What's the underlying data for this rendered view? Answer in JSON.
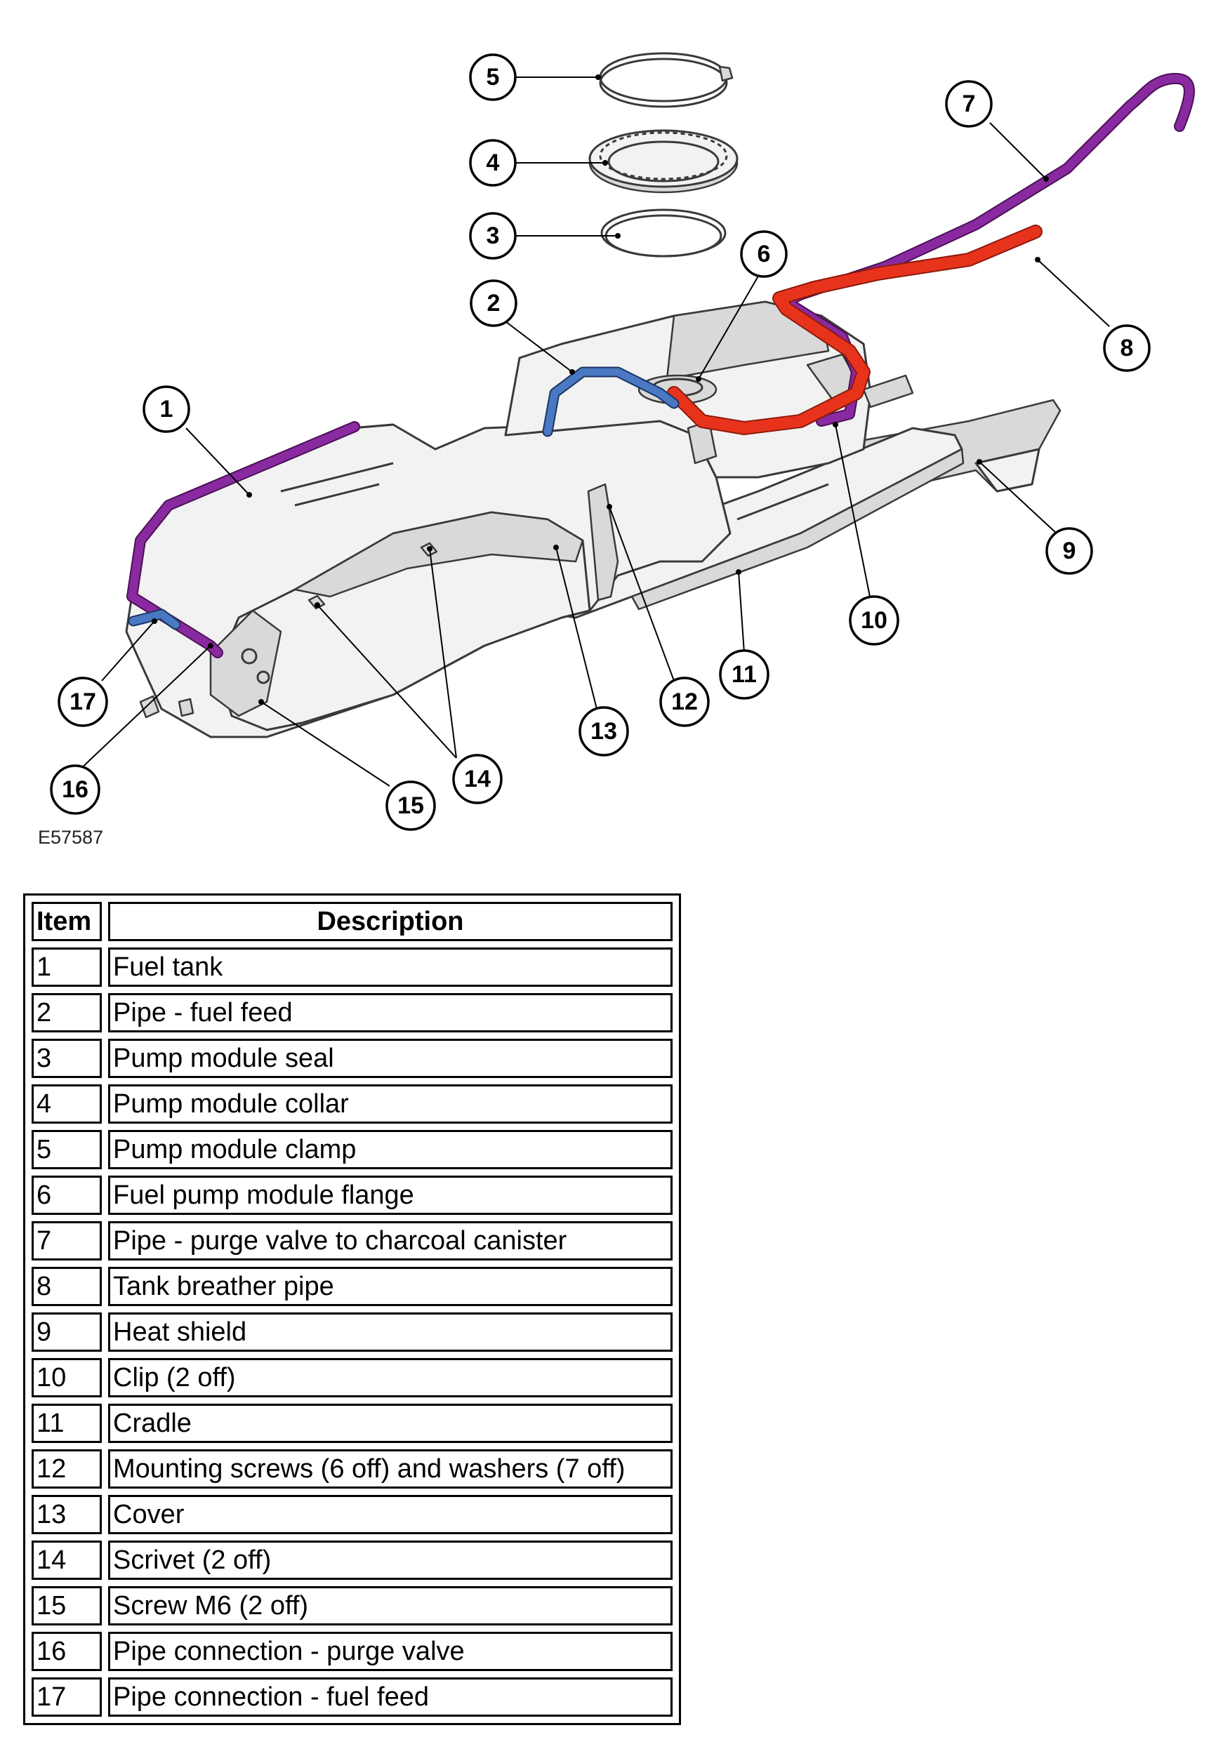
{
  "figure_code": "E57587",
  "callouts": [
    "1",
    "2",
    "3",
    "4",
    "5",
    "6",
    "7",
    "8",
    "9",
    "10",
    "11",
    "12",
    "13",
    "14",
    "15",
    "16",
    "17"
  ],
  "table": {
    "headers": {
      "item": "Item",
      "description": "Description"
    },
    "rows": [
      {
        "item": "1",
        "description": "Fuel tank"
      },
      {
        "item": "2",
        "description": "Pipe - fuel feed"
      },
      {
        "item": "3",
        "description": "Pump module seal"
      },
      {
        "item": "4",
        "description": "Pump module collar"
      },
      {
        "item": "5",
        "description": "Pump module clamp"
      },
      {
        "item": "6",
        "description": "Fuel pump module flange"
      },
      {
        "item": "7",
        "description": "Pipe - purge valve to charcoal canister"
      },
      {
        "item": "8",
        "description": "Tank breather pipe"
      },
      {
        "item": "9",
        "description": "Heat shield"
      },
      {
        "item": "10",
        "description": "Clip (2 off)"
      },
      {
        "item": "11",
        "description": "Cradle"
      },
      {
        "item": "12",
        "description": "Mounting screws (6 off) and washers (7 off)"
      },
      {
        "item": "13",
        "description": "Cover"
      },
      {
        "item": "14",
        "description": "Scrivet (2 off)"
      },
      {
        "item": "15",
        "description": "Screw M6 (2 off)"
      },
      {
        "item": "16",
        "description": "Pipe connection - purge valve"
      },
      {
        "item": "17",
        "description": "Pipe connection - fuel feed"
      }
    ]
  },
  "colors": {
    "fuel_feed_pipe": "#4a78c2",
    "purge_pipe": "#8a2aa0",
    "breather_pipe": "#e8331c"
  }
}
